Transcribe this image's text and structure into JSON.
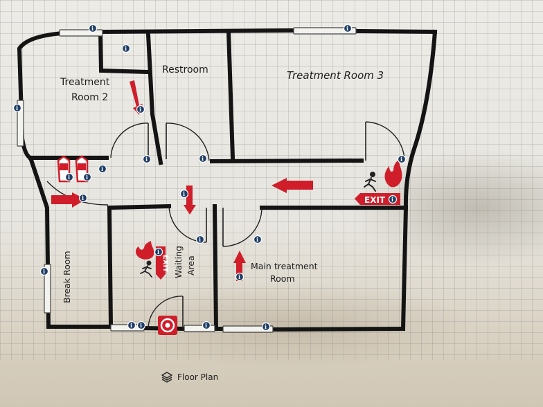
{
  "rooms": {
    "treatment_room_2_line1": "Treatment",
    "treatment_room_2_line2": "Room 2",
    "restroom": "Restroom",
    "treatment_room_3": "Treatment Room 3",
    "main_treatment_line1": "Main treatment",
    "main_treatment_line2": "Room",
    "break_room": "Break Room",
    "waiting_area_line1": "Waiting",
    "waiting_area_line2": "Area"
  },
  "signs": {
    "exit_label": "EXIT"
  },
  "footer": {
    "layer_label": "Floor Plan",
    "layer_icon": "layers-icon"
  },
  "colors": {
    "wall": "#141414",
    "emergency_red": "#cf1e2a",
    "info_marker": "#1f3e66"
  }
}
